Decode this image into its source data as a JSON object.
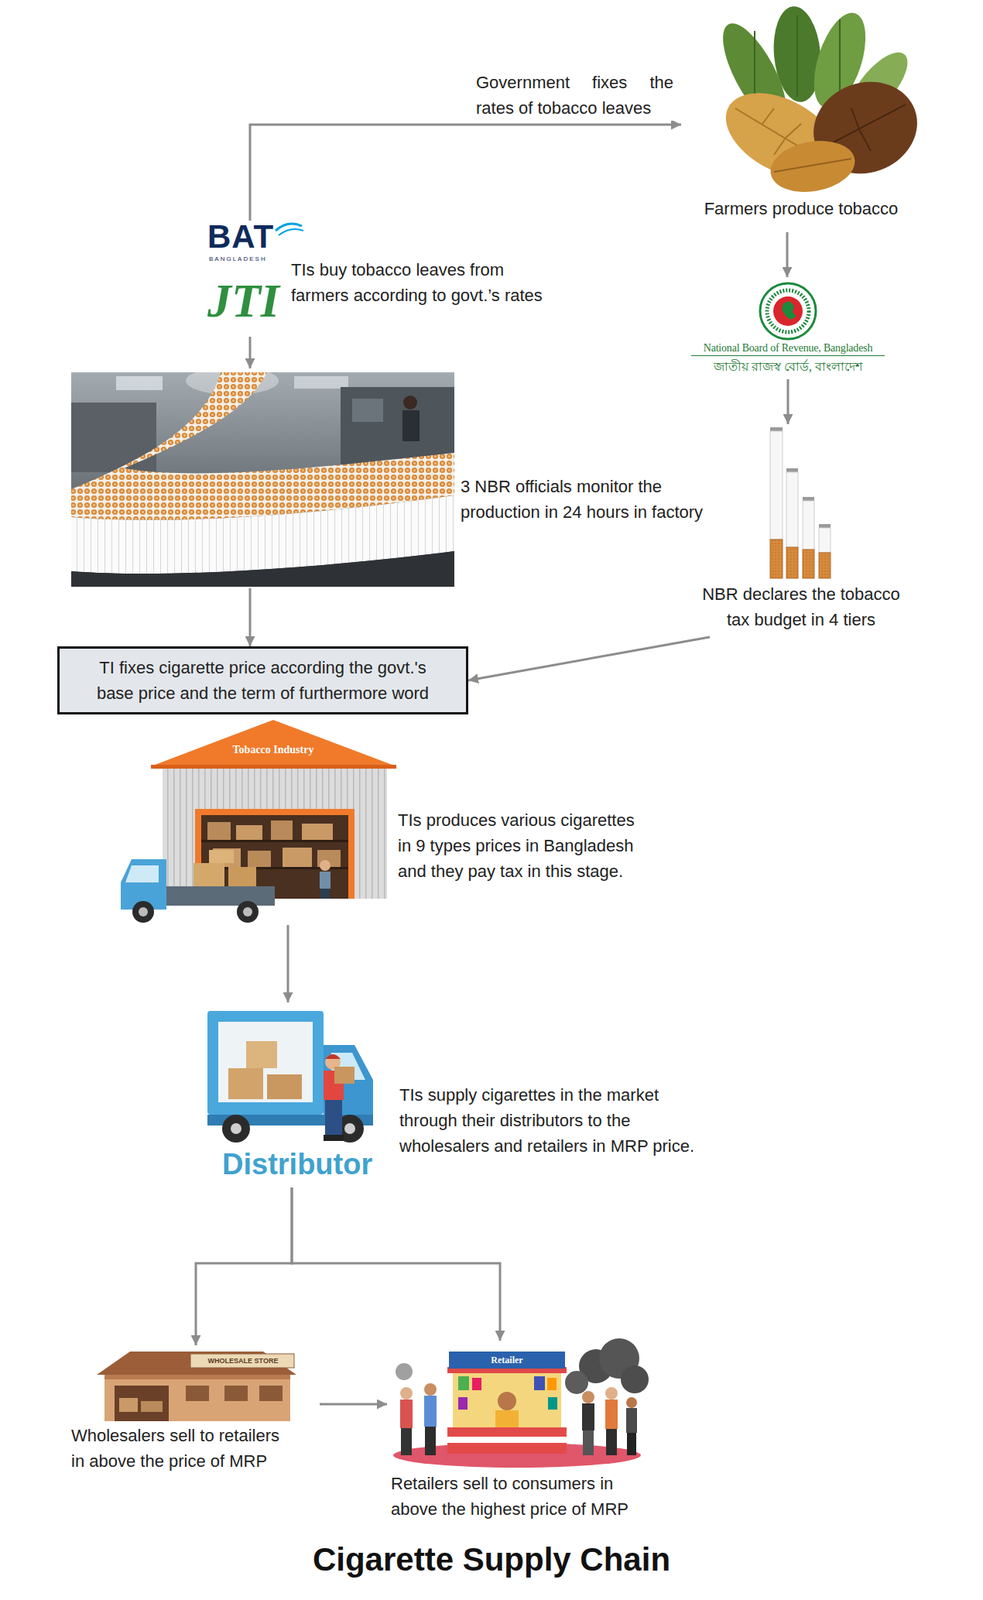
{
  "diagram": {
    "title": "Cigarette Supply Chain",
    "nodes": [
      {
        "text": [
          "Farmers produce tobacco"
        ]
      },
      {
        "text": [
          "National Board of Revenue, Bangladesh",
          "জাতীয় রাজস্ব বোর্ড, বাংলাদেশ"
        ]
      },
      {
        "text": [
          "NBR declares the tobacco tax budget in 4 tiers"
        ]
      },
      {
        "text": [
          "BAT",
          "BANGLADESH",
          "JTI",
          "TIs buy tobacco leaves from farmers according to govt.’s rates"
        ]
      },
      {
        "text": [
          "3 NBR officials monitor the production in 24 hours in factory"
        ]
      },
      {
        "text": [
          "TI fixes cigarette price according the govt.'s base price and the term of furthermore word"
        ]
      },
      {
        "text": [
          "Tobacco Industry",
          "TIs produces various cigarettes in 9 types prices in Bangladesh and they pay tax in this stage."
        ]
      },
      {
        "text": [
          "Distributor",
          "TIs supply cigarettes in the market through their distributors to the wholesalers and retailers in MRP price."
        ]
      },
      {
        "text": [
          "WHOLESALE STORE",
          "Wholesalers sell to retailers in above the price of MRP"
        ]
      },
      {
        "text": [
          "Retailer",
          "Retailers sell to consumers in above the highest price of MRP"
        ]
      }
    ],
    "edges": [
      {
        "from": 3,
        "to": 0,
        "label": "Government fixes the rates of tobacco leaves",
        "arrow": "to"
      },
      {
        "from": 0,
        "to": 1,
        "arrow": "to"
      },
      {
        "from": 1,
        "to": 2,
        "arrow": "to"
      },
      {
        "from": 3,
        "to": 4,
        "arrow": "to"
      },
      {
        "from": 4,
        "to": 5,
        "arrow": "to"
      },
      {
        "from": 2,
        "to": 5,
        "arrow": "to"
      },
      {
        "from": 6,
        "to": 7,
        "arrow": "to"
      },
      {
        "from": 7,
        "to": 8,
        "arrow": "to"
      },
      {
        "from": 7,
        "to": 9,
        "arrow": "to"
      },
      {
        "from": 8,
        "to": 9,
        "arrow": "to"
      }
    ]
  }
}
